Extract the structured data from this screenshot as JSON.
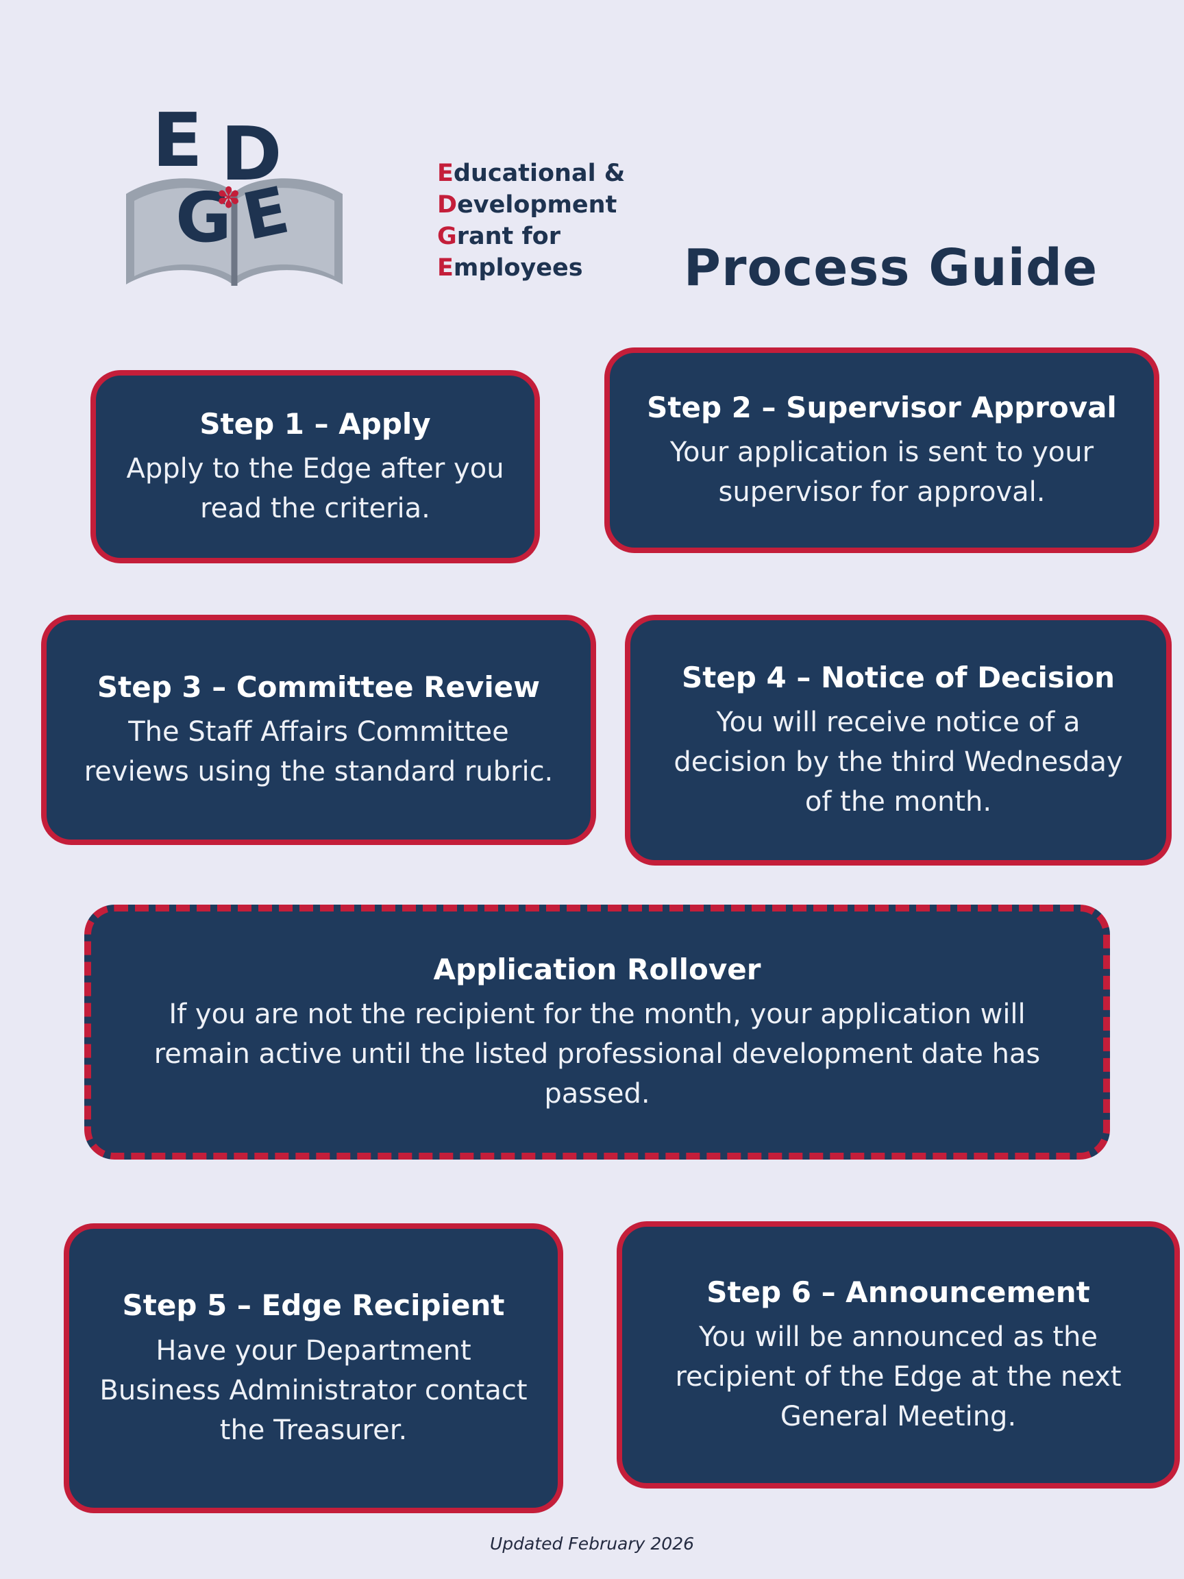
{
  "page": {
    "title": "Process Guide",
    "footer": "Updated February 2026"
  },
  "logo": {
    "letters": [
      "E",
      "D",
      "G",
      "E"
    ],
    "flower": "✽",
    "tagline_lines": [
      {
        "lead": "E",
        "rest": "ducational &"
      },
      {
        "lead": "D",
        "rest": "evelopment"
      },
      {
        "lead": "G",
        "rest": "rant for"
      },
      {
        "lead": "E",
        "rest": "mployees"
      }
    ]
  },
  "steps": [
    {
      "title": "Step 1 – Apply",
      "body": "Apply to the Edge after you read the criteria."
    },
    {
      "title": "Step 2 – Supervisor Approval",
      "body": "Your application is sent to your supervisor for approval."
    },
    {
      "title": "Step 3 – Committee Review",
      "body": "The Staff Affairs Committee reviews using the standard rubric."
    },
    {
      "title": "Step 4 – Notice of Decision",
      "body": "You will receive notice of a decision by the third Wednesday of the month."
    },
    {
      "title": "Step 5 – Edge Recipient",
      "body": "Have your Department Business Administrator contact the Treasurer."
    },
    {
      "title": "Step 6 – Announcement",
      "body": "You will be announced as the recipient of the Edge at the next General Meeting."
    }
  ],
  "rollover": {
    "title": "Application Rollover",
    "body": "If you are not the recipient for the month, your application will remain active until the listed professional development date has passed."
  },
  "colors": {
    "background": "#e9e9f4",
    "card_bg": "#1f3a5c",
    "accent_red": "#c41e3a",
    "title_navy": "#1e3350",
    "text_light": "#eef1f7"
  }
}
